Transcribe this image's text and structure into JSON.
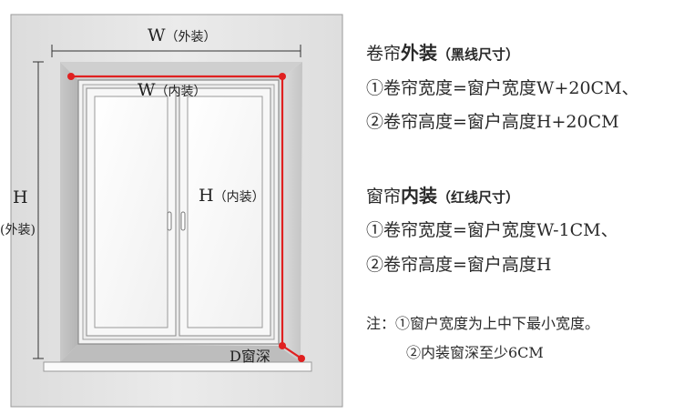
{
  "diagram": {
    "outer_width_label": {
      "letter": "W",
      "text": "（外装）"
    },
    "inner_width_label": {
      "letter": "W",
      "text": "（内装）"
    },
    "outer_height_label": {
      "letter": "H",
      "text": "(外装)"
    },
    "inner_height_label": {
      "letter": "H",
      "text": "（内装）"
    },
    "depth_label": "D窗深",
    "colors": {
      "outer_line": "#333333",
      "inner_line": "#e02020",
      "wall": "#e6e6e6",
      "frame": "#f7f7f7"
    }
  },
  "notes": {
    "outer": {
      "title_prefix": "卷帘",
      "title_bold": "外装",
      "title_note": "（黑线尺寸）",
      "line1": "①卷帘宽度=窗户宽度W+20CM、",
      "line2": "②卷帘高度=窗户高度H+20CM"
    },
    "inner": {
      "title_prefix": "窗帘",
      "title_bold": "内装",
      "title_note": "（红线尺寸）",
      "line1": "①卷帘宽度=窗户宽度W-1CM、",
      "line2": "②卷帘高度=窗户高度H"
    },
    "remark": {
      "prefix": "注：",
      "line1": "①窗户宽度为上中下最小宽度。",
      "line2": "②内装窗深至少6CM"
    }
  }
}
